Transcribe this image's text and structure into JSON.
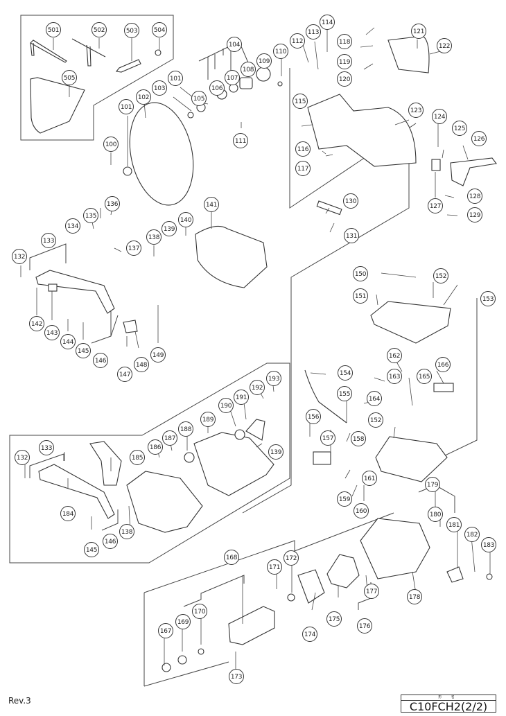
{
  "document": {
    "revision": "Rev.3",
    "title_block": {
      "header": "形  名",
      "model": "C10FCH2(2/2)"
    }
  },
  "groups": {
    "accessories": [
      "501",
      "502",
      "503",
      "504",
      "505"
    ],
    "blade_and_spindle": [
      "100",
      "101",
      "102",
      "103",
      "104",
      "105",
      "106",
      "107",
      "108",
      "109",
      "110",
      "111"
    ],
    "gear_cover_and_handle": [
      "112",
      "113",
      "114",
      "115",
      "116",
      "117",
      "118",
      "119",
      "120",
      "121",
      "122",
      "123",
      "124",
      "125",
      "126",
      "127",
      "128",
      "129",
      "130",
      "131"
    ],
    "safety_cover_link": [
      "132",
      "133",
      "134",
      "135",
      "136",
      "137",
      "138",
      "139",
      "140",
      "141",
      "142",
      "143",
      "144",
      "145",
      "146",
      "147",
      "148",
      "149"
    ],
    "base_and_cord": [
      "150",
      "151",
      "152",
      "153",
      "154",
      "155",
      "156",
      "157",
      "158",
      "159",
      "160",
      "161",
      "162",
      "163",
      "164",
      "165",
      "166"
    ],
    "alt_safety_cover": [
      "132",
      "133",
      "184",
      "185",
      "186",
      "187",
      "188",
      "189",
      "190",
      "191",
      "192",
      "193",
      "145",
      "146",
      "138",
      "139"
    ],
    "motor": [
      "167",
      "168",
      "169",
      "170",
      "171",
      "172",
      "173",
      "174",
      "175",
      "176",
      "177",
      "178",
      "179",
      "180",
      "181",
      "182",
      "183"
    ]
  },
  "callouts": [
    {
      "id": "501",
      "label": "501"
    },
    {
      "id": "502",
      "label": "502"
    },
    {
      "id": "503",
      "label": "503"
    },
    {
      "id": "504",
      "label": "504"
    },
    {
      "id": "505",
      "label": "505"
    },
    {
      "id": "100",
      "label": "100"
    },
    {
      "id": "101a",
      "label": "101"
    },
    {
      "id": "101b",
      "label": "101"
    },
    {
      "id": "102",
      "label": "102"
    },
    {
      "id": "103",
      "label": "103"
    },
    {
      "id": "104",
      "label": "104"
    },
    {
      "id": "105",
      "label": "105"
    },
    {
      "id": "106",
      "label": "106"
    },
    {
      "id": "107",
      "label": "107"
    },
    {
      "id": "108",
      "label": "108"
    },
    {
      "id": "109",
      "label": "109"
    },
    {
      "id": "110",
      "label": "110"
    },
    {
      "id": "111",
      "label": "111"
    },
    {
      "id": "112",
      "label": "112"
    },
    {
      "id": "113",
      "label": "113"
    },
    {
      "id": "114",
      "label": "114"
    },
    {
      "id": "115",
      "label": "115"
    },
    {
      "id": "116",
      "label": "116"
    },
    {
      "id": "117",
      "label": "117"
    },
    {
      "id": "118",
      "label": "118"
    },
    {
      "id": "119",
      "label": "119"
    },
    {
      "id": "120",
      "label": "120"
    },
    {
      "id": "121",
      "label": "121"
    },
    {
      "id": "122",
      "label": "122"
    },
    {
      "id": "123",
      "label": "123"
    },
    {
      "id": "124",
      "label": "124"
    },
    {
      "id": "125",
      "label": "125"
    },
    {
      "id": "126",
      "label": "126"
    },
    {
      "id": "127",
      "label": "127"
    },
    {
      "id": "128",
      "label": "128"
    },
    {
      "id": "129",
      "label": "129"
    },
    {
      "id": "130",
      "label": "130"
    },
    {
      "id": "131",
      "label": "131"
    },
    {
      "id": "132a",
      "label": "132"
    },
    {
      "id": "133a",
      "label": "133"
    },
    {
      "id": "134",
      "label": "134"
    },
    {
      "id": "135",
      "label": "135"
    },
    {
      "id": "136",
      "label": "136"
    },
    {
      "id": "137",
      "label": "137"
    },
    {
      "id": "138a",
      "label": "138"
    },
    {
      "id": "139a",
      "label": "139"
    },
    {
      "id": "140",
      "label": "140"
    },
    {
      "id": "141",
      "label": "141"
    },
    {
      "id": "142",
      "label": "142"
    },
    {
      "id": "143",
      "label": "143"
    },
    {
      "id": "144",
      "label": "144"
    },
    {
      "id": "145a",
      "label": "145"
    },
    {
      "id": "146a",
      "label": "146"
    },
    {
      "id": "147",
      "label": "147"
    },
    {
      "id": "148",
      "label": "148"
    },
    {
      "id": "149",
      "label": "149"
    },
    {
      "id": "150",
      "label": "150"
    },
    {
      "id": "151",
      "label": "151"
    },
    {
      "id": "152a",
      "label": "152"
    },
    {
      "id": "153",
      "label": "153"
    },
    {
      "id": "154",
      "label": "154"
    },
    {
      "id": "155",
      "label": "155"
    },
    {
      "id": "156",
      "label": "156"
    },
    {
      "id": "157",
      "label": "157"
    },
    {
      "id": "158",
      "label": "158"
    },
    {
      "id": "152b",
      "label": "152"
    },
    {
      "id": "159",
      "label": "159"
    },
    {
      "id": "160",
      "label": "160"
    },
    {
      "id": "161",
      "label": "161"
    },
    {
      "id": "162",
      "label": "162"
    },
    {
      "id": "163",
      "label": "163"
    },
    {
      "id": "164",
      "label": "164"
    },
    {
      "id": "165",
      "label": "165"
    },
    {
      "id": "166",
      "label": "166"
    },
    {
      "id": "132b",
      "label": "132"
    },
    {
      "id": "133b",
      "label": "133"
    },
    {
      "id": "184",
      "label": "184"
    },
    {
      "id": "185",
      "label": "185"
    },
    {
      "id": "186",
      "label": "186"
    },
    {
      "id": "187",
      "label": "187"
    },
    {
      "id": "188",
      "label": "188"
    },
    {
      "id": "189",
      "label": "189"
    },
    {
      "id": "190",
      "label": "190"
    },
    {
      "id": "191",
      "label": "191"
    },
    {
      "id": "192",
      "label": "192"
    },
    {
      "id": "193",
      "label": "193"
    },
    {
      "id": "139b",
      "label": "139"
    },
    {
      "id": "145b",
      "label": "145"
    },
    {
      "id": "146b",
      "label": "146"
    },
    {
      "id": "138b",
      "label": "138"
    },
    {
      "id": "167",
      "label": "167"
    },
    {
      "id": "168",
      "label": "168"
    },
    {
      "id": "169",
      "label": "169"
    },
    {
      "id": "170",
      "label": "170"
    },
    {
      "id": "171",
      "label": "171"
    },
    {
      "id": "172",
      "label": "172"
    },
    {
      "id": "173",
      "label": "173"
    },
    {
      "id": "174",
      "label": "174"
    },
    {
      "id": "175",
      "label": "175"
    },
    {
      "id": "176",
      "label": "176"
    },
    {
      "id": "177",
      "label": "177"
    },
    {
      "id": "178",
      "label": "178"
    },
    {
      "id": "179",
      "label": "179"
    },
    {
      "id": "180",
      "label": "180"
    },
    {
      "id": "181",
      "label": "181"
    },
    {
      "id": "182",
      "label": "182"
    },
    {
      "id": "183",
      "label": "183"
    }
  ]
}
